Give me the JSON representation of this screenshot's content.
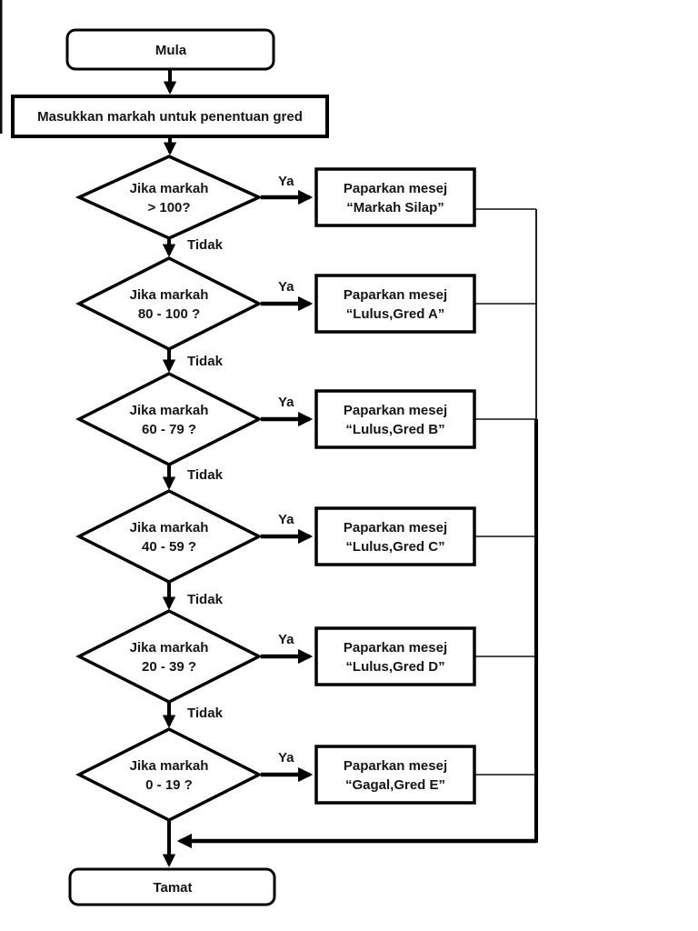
{
  "flow": {
    "title": "flowchart-grade-determination",
    "start_label": "Mula",
    "input_label": "Masukkan markah untuk penentuan gred",
    "end_label": "Tamat",
    "yes_label": "Ya",
    "no_label": "Tidak",
    "decisions": [
      {
        "line1": "Jika markah",
        "line2": "> 100?"
      },
      {
        "line1": "Jika markah",
        "line2": "80 - 100 ?"
      },
      {
        "line1": "Jika markah",
        "line2": "60 - 79 ?"
      },
      {
        "line1": "Jika markah",
        "line2": "40 - 59 ?"
      },
      {
        "line1": "Jika markah",
        "line2": "20 - 39 ?"
      },
      {
        "line1": "Jika markah",
        "line2": "0 - 19 ?"
      }
    ],
    "outputs": [
      {
        "line1": "Paparkan mesej",
        "line2": "“Markah Silap”"
      },
      {
        "line1": "Paparkan mesej",
        "line2": "“Lulus,Gred A”"
      },
      {
        "line1": "Paparkan mesej",
        "line2": "“Lulus,Gred B”"
      },
      {
        "line1": "Paparkan mesej",
        "line2": "“Lulus,Gred C”"
      },
      {
        "line1": "Paparkan mesej",
        "line2": "“Lulus,Gred D”"
      },
      {
        "line1": "Paparkan mesej",
        "line2": "“Gagal,Gred E”"
      }
    ],
    "colors": {
      "stroke": "#000000",
      "background": "#ffffff",
      "text": "#161616"
    }
  }
}
